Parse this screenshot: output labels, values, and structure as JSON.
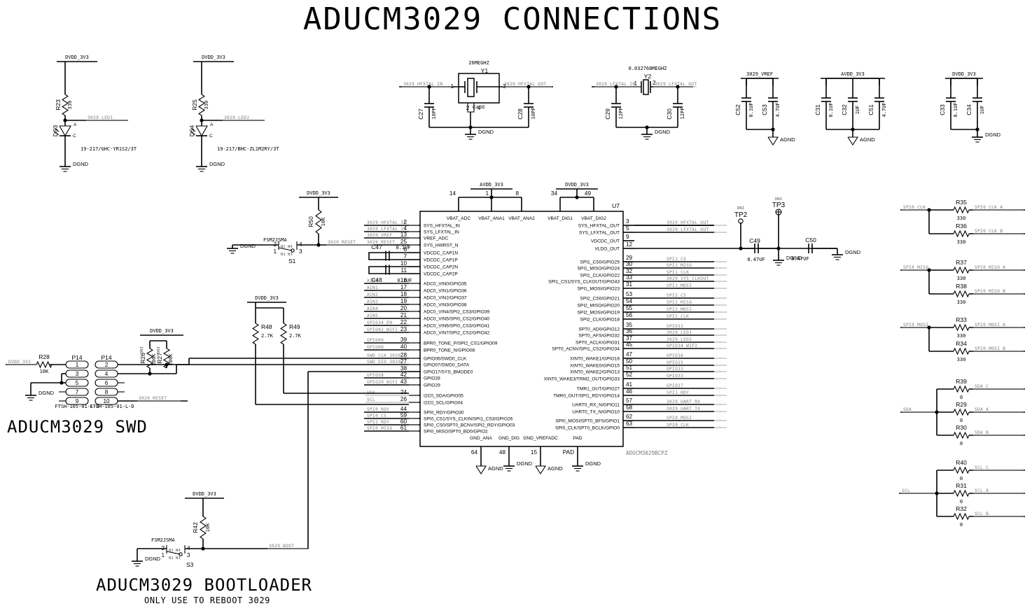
{
  "sheet": {
    "title": "ADUCM3029 CONNECTIONS",
    "section_swd": "ADUCM3029 SWD",
    "section_boot": "ADUCM3029 BOOTLOADER",
    "section_boot_sub": "ONLY USE TO REBOOT 3029"
  },
  "led1": {
    "rail": "DVDD_3V3",
    "ref": "R23",
    "val": "330",
    "net": "3029_LED1",
    "diode": "DS3",
    "anode": "A",
    "cathode": "C",
    "mpn": "19-217/GHC-YR1S2/3T",
    "gnd": "DGND"
  },
  "led2": {
    "rail": "DVDD_3V3",
    "ref": "R25",
    "val": "330",
    "net": "3029_LED2",
    "diode": "DS4",
    "anode": "A",
    "cathode": "C",
    "mpn": "19-217/BHC-ZL1M2RY/3T",
    "gnd": "DGND"
  },
  "xtal1": {
    "freq": "26MEGHZ",
    "ref": "Y1",
    "case": "CASE",
    "p1": "1",
    "p3": "3",
    "p2": "2",
    "p4": "4",
    "net_in": "3029_HFXTAL_IN",
    "net_out": "3029_HFXTAL_OUT",
    "c_in": "C27",
    "c_in_val": "10PF",
    "c_out": "C28",
    "c_out_val": "10PF",
    "gnd": "DGND"
  },
  "xtal2": {
    "freq": "0.032768MEGHZ",
    "ref": "Y2",
    "p1": "1",
    "p2": "2",
    "net_in": "3029_LFXTAL_IN",
    "net_out": "3029_LFXTAL_OUT",
    "c_in": "C29",
    "c_in_val": "12PF",
    "c_out": "C30",
    "c_out_val": "12PF",
    "gnd": "DGND"
  },
  "bank_vref": {
    "rail": "3029_VREF",
    "gnd": "AGND",
    "caps": [
      {
        "ref": "C52",
        "val": "0.1UF"
      },
      {
        "ref": "C53",
        "val": "4.7UF"
      }
    ]
  },
  "bank_avdd": {
    "rail": "AVDD_3V3",
    "gnd": "AGND",
    "caps": [
      {
        "ref": "C31",
        "val": "0.1UF"
      },
      {
        "ref": "C32",
        "val": "1UF"
      },
      {
        "ref": "C51",
        "val": "4.7UF"
      }
    ]
  },
  "bank_dvdd": {
    "rail": "DVDD_3V3",
    "gnd": "DGND",
    "caps": [
      {
        "ref": "C33",
        "val": "0.1UF"
      },
      {
        "ref": "C34",
        "val": "1UF"
      }
    ]
  },
  "reset": {
    "rail": "DVDD_3V3",
    "ref": "R50",
    "val": "10K",
    "net": "3029_RESET",
    "sw_ref": "S1",
    "sw_mpn": "FSM2JSMA",
    "sw_pins": [
      "2",
      "1",
      "4",
      "3"
    ],
    "sw_marks": [
      "N2",
      "N1",
      "N4",
      "N3"
    ],
    "gnd": "DGND"
  },
  "vdcdc_caps": [
    {
      "ref": "C47",
      "val": "0.1UF"
    },
    {
      "ref": "C48",
      "val": "0.1UF"
    }
  ],
  "i2c_pullups": {
    "rail": "DVDD_3V3",
    "r1": {
      "ref": "R48",
      "val": "2.7K"
    },
    "r2": {
      "ref": "R49",
      "val": "2.7K"
    }
  },
  "ic": {
    "ref": "U7",
    "mpn": "ADUCM3029BCPZ",
    "top_pins": [
      {
        "num": "14",
        "name": "VBAT_ADC"
      },
      {
        "num": "1",
        "name": "VBAT_ANA1"
      },
      {
        "num": "8",
        "name": "VBAT_ANA2"
      },
      {
        "num": "34",
        "name": "VBAT_DIG1"
      },
      {
        "num": "49",
        "name": "VBAT_DIG2"
      }
    ],
    "top_rails": [
      "AVDD_3V3",
      "DVDD_3V3"
    ],
    "bottom_pins": [
      {
        "num": "64",
        "name": "GND_ANA",
        "gnd": "AGND"
      },
      {
        "num": "48",
        "name": "GND_DIG",
        "gnd": "DGND"
      },
      {
        "num": "15",
        "name": "GND_VREFADC",
        "gnd": "AGND"
      },
      {
        "num": "PAD",
        "name": "PAD",
        "gnd": "DGND"
      }
    ],
    "left_pins": [
      {
        "num": "2",
        "name": "SYS_HFXTAL_IN",
        "net": "3029_HFXTAL_IN"
      },
      {
        "num": "4",
        "name": "SYS_LFXTAL_IN",
        "net": "3029_LFXTAL_IN"
      },
      {
        "num": "13",
        "name": "VREF_ADC",
        "net": "3029_VREF"
      },
      {
        "num": "25",
        "name": "SYS_HWRST_N",
        "net": "3029_RESET"
      },
      {
        "num": "6",
        "name": "VDCDC_CAP1N",
        "net": ""
      },
      {
        "num": "7",
        "name": "VDCDC_CAP1P",
        "net": ""
      },
      {
        "num": "10",
        "name": "VDCDC_CAP2N",
        "net": ""
      },
      {
        "num": "11",
        "name": "VDCDC_CAP2P",
        "net": ""
      },
      {
        "num": "16",
        "name": "ADC0_VIN0/GPIO35",
        "net": "AIN0"
      },
      {
        "num": "17",
        "name": "ADC0_VIN1/GPIO36",
        "net": "AIN1"
      },
      {
        "num": "18",
        "name": "ADC0_VIN2/GPIO37",
        "net": "AIN2"
      },
      {
        "num": "19",
        "name": "ADC0_VIN3/GPIO38",
        "net": "AIN3"
      },
      {
        "num": "20",
        "name": "ADC0_VIN4/SPI2_CS3/GPIO39",
        "net": "AIN4"
      },
      {
        "num": "21",
        "name": "ADC0_VIN5/SPI0_CS2/GPIO40",
        "net": "AIN5"
      },
      {
        "num": "22",
        "name": "ADC0_VIN6/SPI0_CS3/GPIO41",
        "net": "GPIO34_EN"
      },
      {
        "num": "23",
        "name": "ADC0_VIN7/SPI2_CS2/GPIO42",
        "net": "GPIO42_WIFI"
      },
      {
        "num": "39",
        "name": "BPR0_TONE_P/SPI2_CS1/GPIO09",
        "net": "GPIO09"
      },
      {
        "num": "40",
        "name": "BPR0_TONE_N/GPIO08",
        "net": "GPIO08"
      },
      {
        "num": "28",
        "name": "GPIO06/SWD0_CLK",
        "net": "SWD_CLK_3029"
      },
      {
        "num": "27",
        "name": "GPIO07/SWD0_DATA",
        "net": "SWD_DIO_3029"
      },
      {
        "num": "38",
        "name": "GPIO17/SYS_BMODE0",
        "net": ""
      },
      {
        "num": "42",
        "name": "GPIO28",
        "net": "GPIO28"
      },
      {
        "num": "43",
        "name": "GPIO29",
        "net": "GPIO29_WIFI"
      },
      {
        "num": "24",
        "name": "I2C0_SDA/GPIO05",
        "net": "SDA"
      },
      {
        "num": "26",
        "name": "I2C0_SCL/GPIO04",
        "net": "SCL"
      },
      {
        "num": "44",
        "name": "SPI0_RDY/GPIO30",
        "net": "SPI0_RDY"
      },
      {
        "num": "59",
        "name": "SPI0_CS1/SYS_CLKIN/SPI1_CS3/GPIO26",
        "net": "SPI0_CS"
      },
      {
        "num": "60",
        "name": "SPI0_CS0/SPT0_BCNV/SPI2_RDY/GPIO03",
        "net": "SPI2_RDY"
      },
      {
        "num": "61",
        "name": "SPI0_MISO/SPT0_BD0/GPIO2",
        "net": "SPI0_MISO"
      }
    ],
    "right_pins": [
      {
        "num": "3",
        "name": "SYS_HFXTAL_OUT",
        "net": "3029_HFXTAL_OUT"
      },
      {
        "num": "5",
        "name": "SYS_LFXTAL_OUT",
        "net": "3029_LFXTAL_OUT"
      },
      {
        "num": "9",
        "name": "VDCDC_OUT",
        "net": ""
      },
      {
        "num": "12",
        "name": "VLDO_OUT",
        "net": ""
      },
      {
        "num": "29",
        "name": "SPI1_CS0/GPIO25",
        "net": "SPI1_CS"
      },
      {
        "num": "30",
        "name": "SPI1_MISO/GPIO24",
        "net": "SPI1_MISO"
      },
      {
        "num": "32",
        "name": "SPI1_CLK/GPIO22",
        "net": "SPI1_CLK"
      },
      {
        "num": "33",
        "name": "SPI1_CS1/SYS_CLKOUT/GPIO43",
        "net": "3029_SYS_CLKOUT"
      },
      {
        "num": "31",
        "name": "SPI1_MOSI/GPIO23",
        "net": "SPI1_MOSI"
      },
      {
        "num": "53",
        "name": "SPI2_CS0/GPIO21",
        "net": "SPI2_CS"
      },
      {
        "num": "54",
        "name": "SPI2_MISO/GPIO20",
        "net": "SPI2_MISO"
      },
      {
        "num": "55",
        "name": "SPI2_MOSI/GPIO19",
        "net": "SPI2_MOSI"
      },
      {
        "num": "56",
        "name": "SPI2_CLK/GPIO18",
        "net": "SPI2_CLK"
      },
      {
        "num": "35",
        "name": "SPT0_AD0/GPIO12",
        "net": "GPIO12"
      },
      {
        "num": "36",
        "name": "SPT0_AFS/GPIO32",
        "net": "3029_LED1"
      },
      {
        "num": "37",
        "name": "SPT0_ACLK/GPIO31",
        "net": "3029_LED2"
      },
      {
        "num": "45",
        "name": "SPT0_ACNV/SPI1_CS2/GPIO34",
        "net": "GPIO34_WIFI"
      },
      {
        "num": "47",
        "name": "XINT0_WAKE1/GPIO16",
        "net": "GPIO16"
      },
      {
        "num": "50",
        "name": "XINT0_WAKE0/GPIO15",
        "net": "GPIO15"
      },
      {
        "num": "51",
        "name": "XINT0_WAKE2/GPIO13",
        "net": "GPIO13"
      },
      {
        "num": "52",
        "name": "XINT0_WAKE3/TRM2_OUT/GPIO33",
        "net": "GPIO33"
      },
      {
        "num": "41",
        "name": "TMR1_OUT/GPIO27",
        "net": "GPIO27"
      },
      {
        "num": "46",
        "name": "TMR0_OUT/SPI1_RDY/GPIO14",
        "net": "SPI1_RDY"
      },
      {
        "num": "57",
        "name": "UART0_RX_N/GPIO11",
        "net": "3029_UART_RX"
      },
      {
        "num": "58",
        "name": "UART0_TX_N/GPIO10",
        "net": "3029_UART_TX"
      },
      {
        "num": "62",
        "name": "SPI0_MOSI/SPT0_BFS/GPIO1",
        "net": "SPI0_MOSI"
      },
      {
        "num": "63",
        "name": "SPI0_CLK/SPT0_BCLK/GPIO0",
        "net": "SPI0_CLK"
      }
    ]
  },
  "testpoints": [
    {
      "ref": "TP2",
      "dni": "DNI"
    },
    {
      "ref": "TP3",
      "dni": "DNI"
    }
  ],
  "vldo_caps": [
    {
      "ref": "C49",
      "val": "0.47UF",
      "gnd": "DGND"
    },
    {
      "ref": "C50",
      "val": "0.47UF",
      "gnd": "DGND"
    }
  ],
  "swd": {
    "rail": "DVDD_3V3",
    "series": {
      "ref": "R28",
      "val": "10K"
    },
    "pullups": [
      {
        "ref": "R26",
        "val": "100K",
        "dni": "DNI"
      },
      {
        "ref": "R27",
        "val": "100K",
        "dni": "DNI"
      }
    ],
    "conn_left_label": "P14",
    "conn_right_label": "P14",
    "conn_mpn": "FTSH-105-01-L-D",
    "pins_left": [
      "1",
      "3",
      "5",
      "7",
      "9"
    ],
    "pins_right": [
      "2",
      "4",
      "6",
      "8",
      "10"
    ],
    "reset_net": "3029_RESET",
    "gnd": "DGND"
  },
  "bootloader": {
    "rail": "DVDD_3V3",
    "ref": "R42",
    "val": "10K",
    "net": "3029_BOOT",
    "sw_ref": "S3",
    "sw_mpn": "FSM2JSMA",
    "sw_pins": [
      "2",
      "1",
      "4",
      "3"
    ],
    "sw_marks": [
      "N2",
      "N1",
      "N4",
      "N3"
    ],
    "gnd": "DGND"
  },
  "splits": [
    {
      "in": "SPI0_CLK",
      "rows": [
        {
          "ref": "R35",
          "val": "330",
          "out": "SPI0_CLK_A"
        },
        {
          "ref": "R36",
          "val": "330",
          "out": "SPI0_CLK_B"
        }
      ]
    },
    {
      "in": "SPI0_MISO",
      "rows": [
        {
          "ref": "R37",
          "val": "330",
          "out": "SPI0_MISO_A"
        },
        {
          "ref": "R38",
          "val": "330",
          "out": "SPI0_MISO_B"
        }
      ]
    },
    {
      "in": "SPI0_MOSI",
      "rows": [
        {
          "ref": "R33",
          "val": "330",
          "out": "SPI0_MOSI_A"
        },
        {
          "ref": "R34",
          "val": "330",
          "out": "SPI0_MOSI_B"
        }
      ]
    },
    {
      "in": "SDA",
      "rows": [
        {
          "ref": "R39",
          "val": "0",
          "out": "SDA_C"
        },
        {
          "ref": "R29",
          "val": "0",
          "out": "SDA_A"
        },
        {
          "ref": "R30",
          "val": "0",
          "out": "SDA_B"
        }
      ]
    },
    {
      "in": "SCL",
      "rows": [
        {
          "ref": "R40",
          "val": "0",
          "out": "SCL_C"
        },
        {
          "ref": "R31",
          "val": "0",
          "out": "SCL_A"
        },
        {
          "ref": "R32",
          "val": "0",
          "out": "SCL_B"
        }
      ]
    }
  ]
}
